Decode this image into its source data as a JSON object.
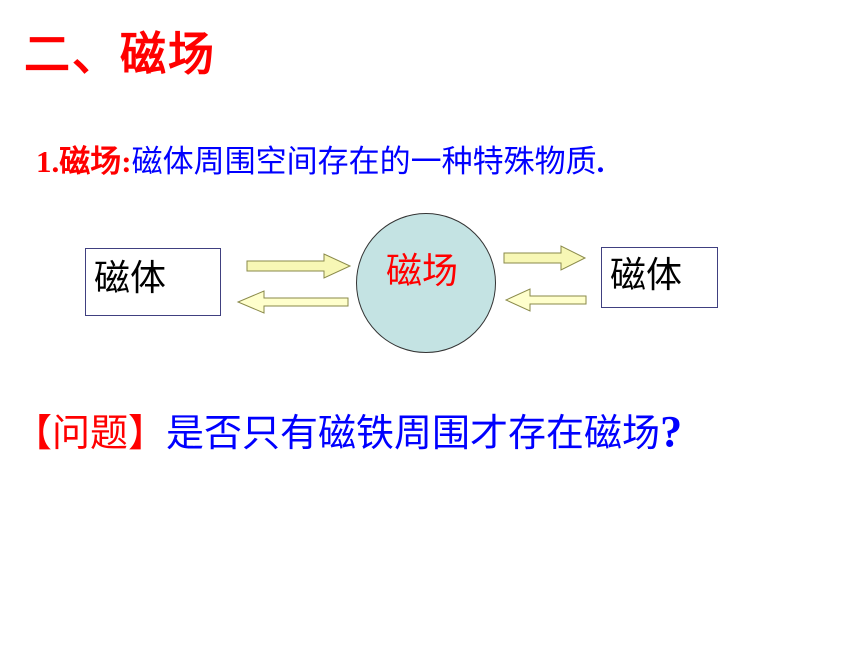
{
  "title": "二、磁场",
  "definition": {
    "number": "1.",
    "term": "磁场",
    "colon": ":",
    "text": "磁体周围空间存在的一种特殊物质",
    "period": "."
  },
  "diagram": {
    "left_box": "磁体",
    "center": "磁场",
    "right_box": "磁体",
    "arrow_fill_right": "#f7f7b5",
    "arrow_fill_left": "#ffffcc"
  },
  "question": {
    "bracket_open": "【",
    "label": "问题",
    "bracket_close": "】",
    "text": "是否只有磁铁周围才存在磁场",
    "mark": "?"
  },
  "colors": {
    "accent_red": "#ff0000",
    "text_blue": "#0000ff",
    "circle_fill": "#c4e3e3"
  }
}
